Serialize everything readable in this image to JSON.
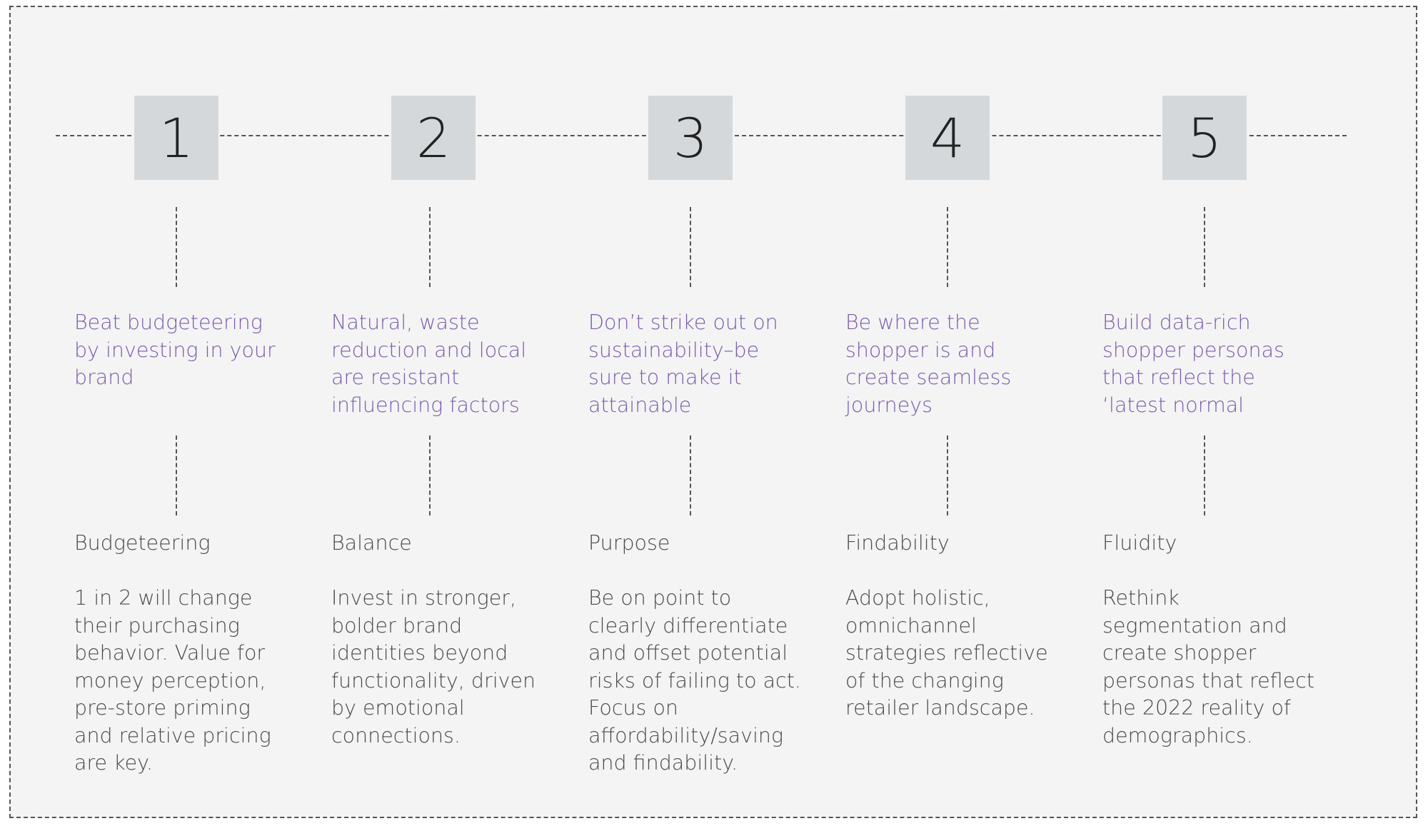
{
  "steps": [
    {
      "number": "1",
      "tagline": "Beat budgeteering\nby investing in your\nbrand",
      "title": "Budgeteering",
      "description": "1 in 2 will change\ntheir purchasing\nbehavior. Value for\nmoney perception,\npre-store priming\nand relative pricing\nare key."
    },
    {
      "number": "2",
      "tagline": "Natural, waste\nreduction and local\nare resistant\ninfluencing factors",
      "title": "Balance",
      "description": "Invest in stronger,\nbolder brand\nidentities beyond\nfunctionality, driven\nby emotional\nconnections."
    },
    {
      "number": "3",
      "tagline": "Don’t strike out on\nsustainability–be\nsure to  make it\nattainable",
      "title": "Purpose",
      "description": "Be on point to\nclearly differentiate\nand offset potential\nrisks of failing to act.\nFocus on\naffordability/saving\nand findability."
    },
    {
      "number": "4",
      "tagline": "Be where the\nshopper is and\ncreate seamless\njourneys",
      "title": "Findability",
      "description": "Adopt holistic,\nomnichannel\nstrategies reflective\nof the changing\nretailer landscape."
    },
    {
      "number": "5",
      "tagline": "Build data-rich\nshopper personas\nthat reflect the\n‘latest normal",
      "title": "Fluidity",
      "description": "Rethink\nsegmentation and\ncreate shopper\npersonas that reflect\nthe 2022 reality of\ndemographics."
    }
  ],
  "colors": {
    "accent": "#7a5bab",
    "text": "#4a4a4a",
    "box": "#d5d8db",
    "background": "#f4f4f4"
  }
}
